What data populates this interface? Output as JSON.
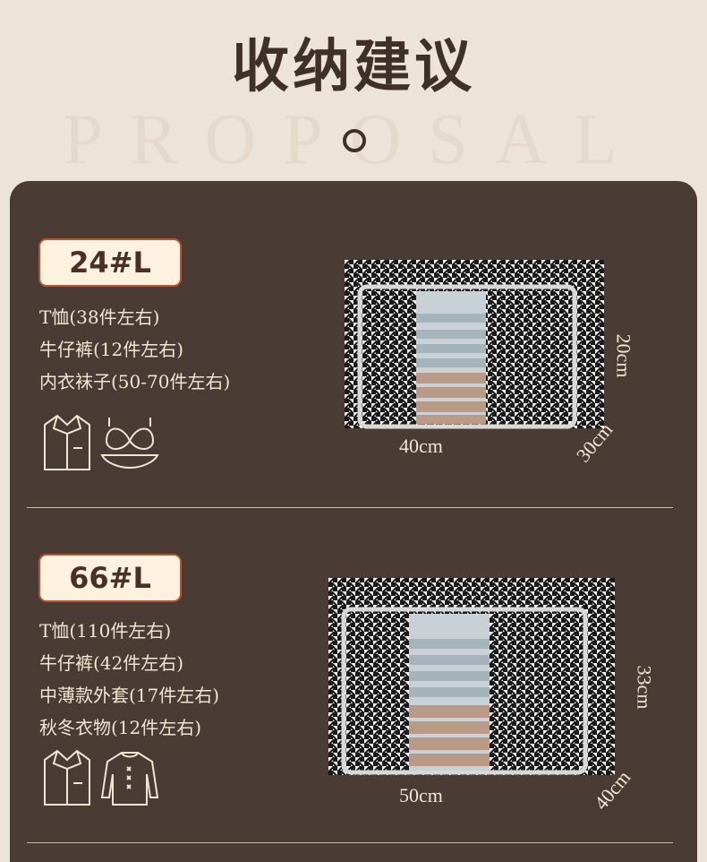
{
  "watermark": "PROPOSAL",
  "title": "收纳建议",
  "colors": {
    "background": "#ece3d9",
    "panel": "#4a3b35",
    "text": "#f3e5cf",
    "badge_bg": "#fdf1e0",
    "badge_border": "#b7562f"
  },
  "sections": [
    {
      "badge": "24#L",
      "items": [
        "T恤(38件左右)",
        "牛仔裤(12件左右)",
        "内衣袜子(50-70件左右)"
      ],
      "icons": [
        "shirt-icon",
        "underwear-icon"
      ],
      "dims": {
        "width": "40cm",
        "height": "20cm",
        "depth": "30cm"
      }
    },
    {
      "badge": "66#L",
      "items": [
        "T恤(110件左右)",
        "牛仔裤(42件左右)",
        "中薄款外套(17件左右)",
        "秋冬衣物(12件左右)"
      ],
      "icons": [
        "shirt-icon",
        "sweater-icon"
      ],
      "dims": {
        "width": "50cm",
        "height": "33cm",
        "depth": "40cm"
      }
    }
  ]
}
